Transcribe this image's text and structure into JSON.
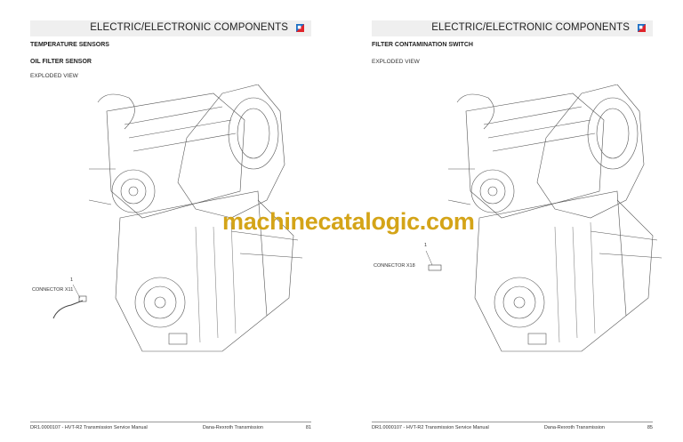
{
  "left_page": {
    "header": "ELECTRIC/ELECTRONIC COMPONENTS",
    "heading1": "TEMPERATURE SENSORS",
    "heading2": "OIL FILTER SENSOR",
    "subheading": "EXPLODED VIEW",
    "callout_number": "1",
    "callout_label": "CONNECTOR X11",
    "footer_left": "DR1.0000107 - HVT-R2 Transmission Service Manual",
    "footer_right": "Dana-Rexroth Transmission",
    "page_number": "81"
  },
  "right_page": {
    "header": "ELECTRIC/ELECTRONIC COMPONENTS",
    "heading1": "FILTER CONTAMINATION SWITCH",
    "subheading": "EXPLODED VIEW",
    "callout_number": "1",
    "callout_label": "CONNECTOR X18",
    "footer_left": "DR1.0000107 - HVT-R2 Transmission Service Manual",
    "footer_right": "Dana-Rexroth Transmission",
    "page_number": "85"
  },
  "watermark": "machinecatalogic.com",
  "colors": {
    "watermark": "#d4a418",
    "logo_red": "#e0242b",
    "logo_blue": "#1d6fc4"
  }
}
